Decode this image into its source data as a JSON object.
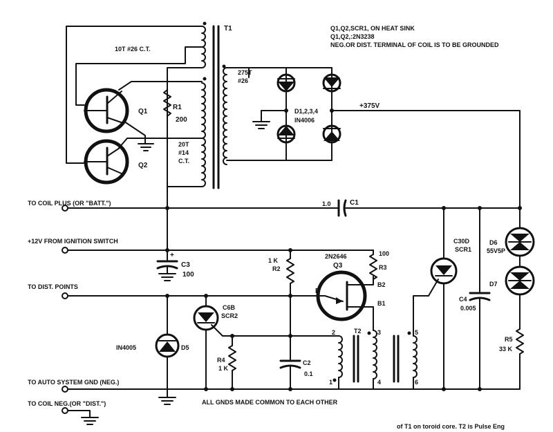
{
  "notes": {
    "line1": "Q1,Q2,SCR1, ON HEAT SINK",
    "line2": "Q1,Q2,:2N3238",
    "line3": "NEG.OR DIST. TERMINAL OF COIL IS TO BE GROUNDED",
    "bottom_common": "ALL GNDS MADE COMMON TO EACH OTHER",
    "footer": "of T1 on toroid core.   T2 is Pulse Eng"
  },
  "terminals": {
    "coil_plus": "TO COIL PLUS (OR \"BATT.\")",
    "plus12": "+12V FROM IGNITION SWITCH",
    "dist_points": "TO DIST. POINTS",
    "auto_gnd": "TO AUTO SYSTEM GND (NEG.)",
    "coil_neg": "TO COIL NEG.(OR \"DIST.\")"
  },
  "components": {
    "t1": "T1",
    "t1_primary": "10T #26 C.T.",
    "t1_secondary_a": "275T",
    "t1_secondary_b": "#26",
    "t1_feedback_a": "20T",
    "t1_feedback_b": "#14",
    "t1_feedback_c": "C.T.",
    "q1": "Q1",
    "q2": "Q2",
    "r1": "R1",
    "r1_val": "200",
    "diodes": "D1,2,3,4",
    "diodes_type": "IN4006",
    "hv": "+375V",
    "c1": "C1",
    "c1_val": "1.0",
    "c3": "C3",
    "c3_val": "100",
    "c3_plus": "+",
    "r2_val": "1 K",
    "r2": "R2",
    "q3_type": "2N2646",
    "q3": "Q3",
    "r3_val": "100",
    "r3": "R3",
    "e": "E",
    "b2": "B2",
    "b1": "B1",
    "scr2_type": "C6B",
    "scr2": "SCR2",
    "scr1_type": "C30D",
    "scr1": "SCR1",
    "d5_type": "IN4005",
    "d5": "D5",
    "r4": "R4",
    "r4_val": "1 K",
    "c2": "C2",
    "c2_val": "0.1",
    "t2": "T2",
    "c4": "C4",
    "c4_val": "0.005",
    "d6": "D6",
    "d6_type": "55V5P",
    "d7": "D7",
    "r5": "R5",
    "r5_val": "33 K",
    "pin1": "1",
    "pin2": "2",
    "pin3": "3",
    "pin4": "4",
    "pin5": "5",
    "pin6": "6"
  }
}
